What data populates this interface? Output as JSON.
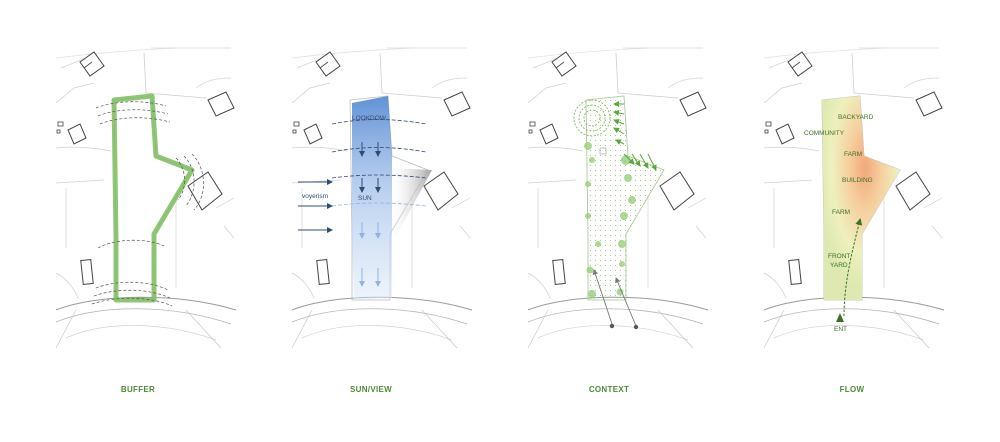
{
  "panels": [
    {
      "id": "buffer",
      "caption": "BUFFER"
    },
    {
      "id": "sunview",
      "caption": "SUN/VIEW",
      "labels": {
        "lookdown": "LOOKDOW",
        "voyeurism": "voyerism",
        "sun": "SUN"
      }
    },
    {
      "id": "context",
      "caption": "CONTEXT"
    },
    {
      "id": "flow",
      "caption": "FLOW",
      "labels": {
        "backyard": "BACKYARD",
        "community": "COMMUNITY",
        "farm_top": "FARM",
        "building": "BUILDING",
        "farm_mid": "FARM",
        "front": "FRONT",
        "yard": "YARD",
        "ent": "ENT"
      }
    }
  ],
  "colors": {
    "buffer_green": "#7cbd5e",
    "sun_blue": "#5b8fd6",
    "context_green": "#8fcc72",
    "caption_green": "#4f8a3a",
    "flow_orange": "#f3b88a",
    "flow_yellow": "#eef3c4",
    "text_dark_green": "#3f6f2a",
    "arrow_navy": "#2f4c73"
  }
}
